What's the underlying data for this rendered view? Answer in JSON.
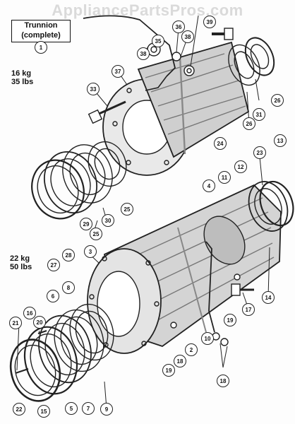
{
  "watermark": "AppliancePartsPros.com",
  "title": {
    "line1": "Trunnion",
    "line2": "(complete)"
  },
  "weights": {
    "upper": {
      "kg": "16 kg",
      "lbs": "35 lbs"
    },
    "lower": {
      "kg": "22 kg",
      "lbs": "50 lbs"
    }
  },
  "callouts": [
    "1",
    "39",
    "36",
    "38",
    "35",
    "38",
    "37",
    "33",
    "4",
    "11",
    "12",
    "23",
    "13",
    "24",
    "26",
    "31",
    "26",
    "25",
    "30",
    "29",
    "25",
    "28",
    "27",
    "3",
    "8",
    "6",
    "16",
    "20",
    "21",
    "22",
    "15",
    "5",
    "7",
    "9",
    "19",
    "18",
    "2",
    "10",
    "18",
    "19",
    "17",
    "14"
  ]
}
